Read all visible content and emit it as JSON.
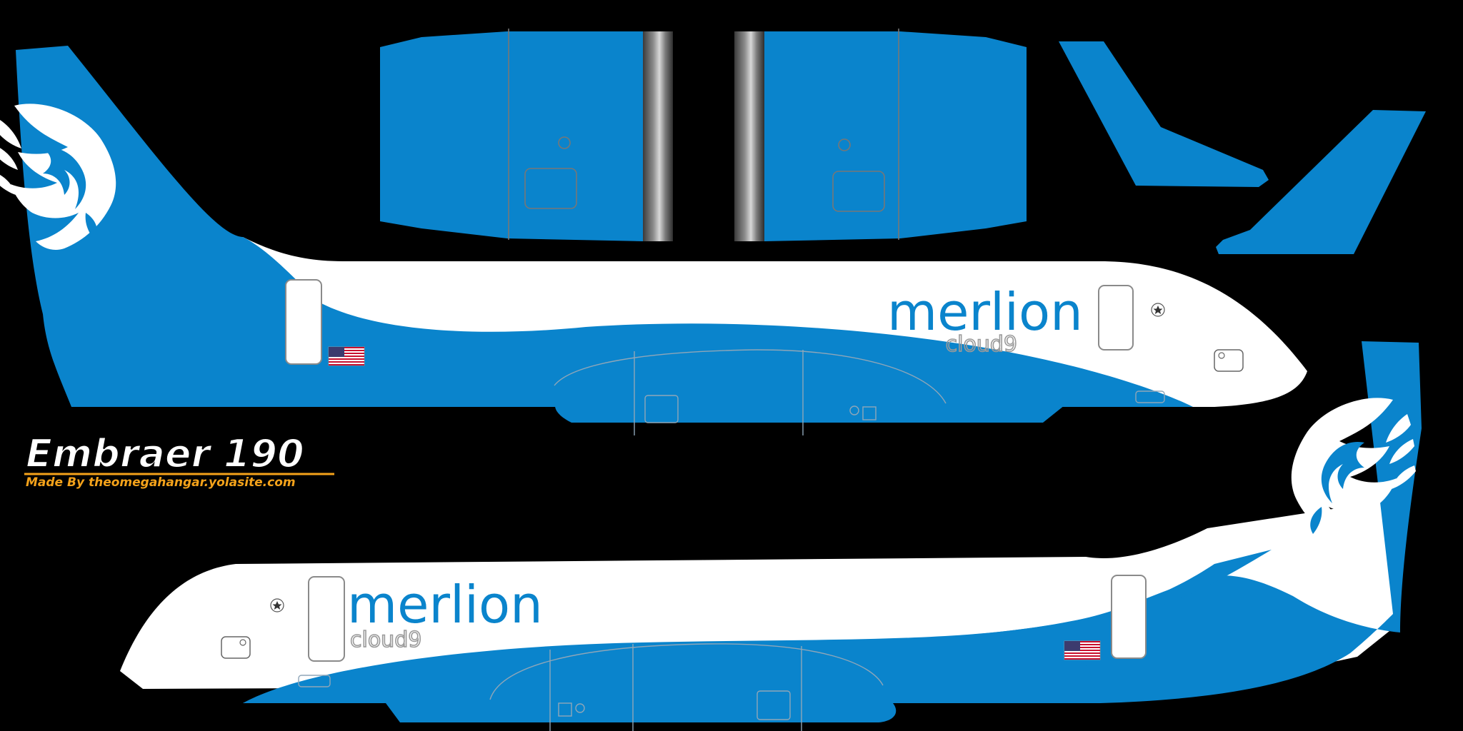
{
  "livery": {
    "aircraft_title": "Embraer 190",
    "credit": "Made By theomegahangar.yolasite.com"
  },
  "fuselage_left": {
    "brand": "merlion",
    "sub_brand": "cloud9"
  },
  "fuselage_right": {
    "brand": "merlion",
    "sub_brand": "cloud9"
  },
  "colors": {
    "background": "#000000",
    "livery_blue": "#0a84cc",
    "fuselage_white": "#ffffff",
    "credit_orange": "#f4a21a"
  },
  "icons": [
    "lion-tail-emblem",
    "us-flag-icon",
    "star-badge-icon"
  ]
}
